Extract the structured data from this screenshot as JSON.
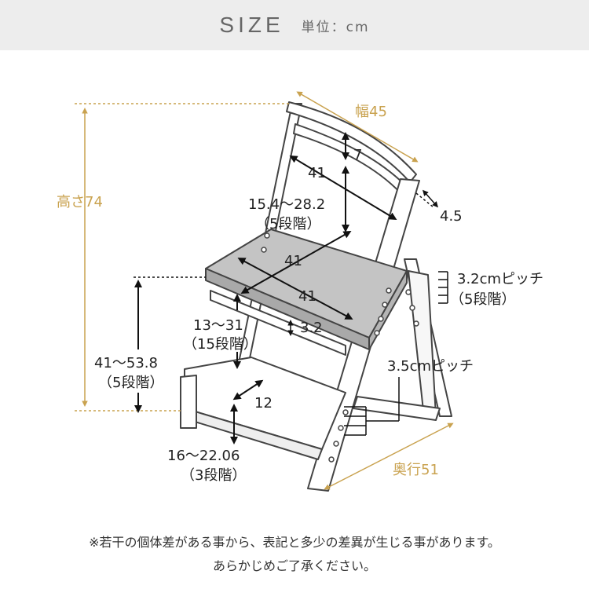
{
  "header": {
    "title": "SIZE",
    "unit": "単位：cm"
  },
  "dimensions": {
    "width": "幅45",
    "height": "高さ74",
    "depth": "奥行51",
    "back_top": "7",
    "back_thickness": "4.5",
    "back_span": "41",
    "back_height_range": "15.4〜28.2",
    "back_height_steps": "（5段階）",
    "seat_width": "41",
    "seat_depth": "41",
    "seat_gap_range": "13〜31",
    "seat_gap_steps": "（15段階）",
    "seat_thickness": "3.2",
    "pitch_back": "3.2cmピッチ",
    "pitch_back_steps": "（5段階）",
    "pitch_seat": "3.5cmピッチ",
    "seat_height_range": "41〜53.8",
    "seat_height_steps": "（5段階）",
    "foot_depth": "12",
    "foot_height_range": "16〜22.06",
    "foot_height_steps": "（3段階）"
  },
  "notes": {
    "line1": "※若干の個体差がある事から、表記と多少の差異が生じる事があります。",
    "line2": "あらかじめご了承ください。"
  }
}
